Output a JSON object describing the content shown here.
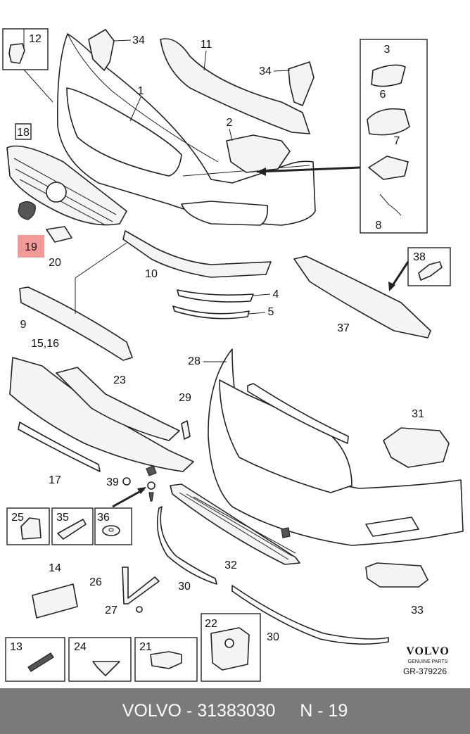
{
  "brand": {
    "logo_text": "VOLVO",
    "logo_subtext": "GENUINE PARTS",
    "drawing_ref": "GR-379226"
  },
  "highlight_color": "#f29a9a",
  "labels": {
    "p1": "1",
    "p2": "2",
    "p3": "3",
    "p4": "4",
    "p5": "5",
    "p6": "6",
    "p7": "7",
    "p8": "8",
    "p9": "9",
    "p10": "10",
    "p11": "11",
    "p12": "12",
    "p13": "13",
    "p14": "14",
    "p15_16": "15,16",
    "p17": "17",
    "p18": "18",
    "p19": "19",
    "p20": "20",
    "p21": "21",
    "p22": "22",
    "p23": "23",
    "p24": "24",
    "p25": "25",
    "p26": "26",
    "p27": "27",
    "p28": "28",
    "p29": "29",
    "p30a": "30",
    "p30b": "30",
    "p31": "31",
    "p32": "32",
    "p33": "33",
    "p34a": "34",
    "p34b": "34",
    "p35": "35",
    "p36": "36",
    "p37": "37",
    "p38": "38",
    "p39": "39"
  },
  "footer": {
    "brand": "VOLVO",
    "separator": "-",
    "part_number": "31383030",
    "position_code": "N - 19"
  }
}
